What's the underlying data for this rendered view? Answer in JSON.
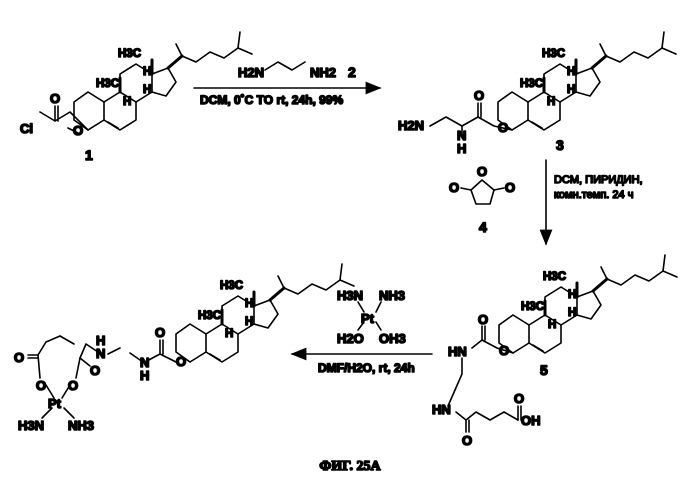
{
  "caption": "ФИГ. 25А",
  "compounds": {
    "c1": {
      "number": "1",
      "acyl_atoms": [
        "O",
        "Cl",
        "O"
      ],
      "stereo_H": [
        "H",
        "H",
        "H"
      ],
      "me_labels": [
        "H3C",
        "H3C"
      ]
    },
    "c2": {
      "number": "2",
      "left_group": "H2N",
      "right_group": "NH2"
    },
    "c3": {
      "number": "3",
      "amine": "H2N",
      "nh": "N",
      "nh_h": "H",
      "carbonyl_O": "O",
      "ester_O": "O",
      "stereo_H": [
        "H",
        "H",
        "H"
      ],
      "me_labels": [
        "H3C",
        "H3C"
      ]
    },
    "c4": {
      "number": "4",
      "o_atoms": [
        "O",
        "O",
        "O"
      ]
    },
    "c5": {
      "number": "5",
      "nh1": "HN",
      "nh2": "HN",
      "carbonyl_O": "O",
      "ester_O": "O",
      "amide_O": "O",
      "acid_O": "O",
      "acid_OH": "OH",
      "stereo_H": [
        "H",
        "H",
        "H"
      ],
      "me_labels": [
        "H3C",
        "H3C"
      ]
    },
    "c6": {
      "nh1": "N",
      "nh1_h": "H",
      "nh2": "N",
      "nh2_h": "H",
      "o_atoms": [
        "O",
        "O",
        "O",
        "O",
        "O",
        "O"
      ],
      "pt": "Pt",
      "nh3_left": "H3N",
      "nh3_right": "NH3",
      "stereo_H": [
        "H",
        "H",
        "H"
      ],
      "me_labels": [
        "H3C",
        "H3C"
      ]
    }
  },
  "reagents": {
    "pt_complex": {
      "metal": "Pt",
      "ligands": [
        "H3N",
        "NH3",
        "H2O",
        "OH3"
      ]
    }
  },
  "conditions": {
    "step1": "DCM, 0˚C TO rt, 24h, 99%",
    "step2_line1": "DCM, ПИРИДИН,",
    "step2_line2": "комн.темп. 24 ч",
    "step3": "DMF/H2O, rt, 24h"
  }
}
